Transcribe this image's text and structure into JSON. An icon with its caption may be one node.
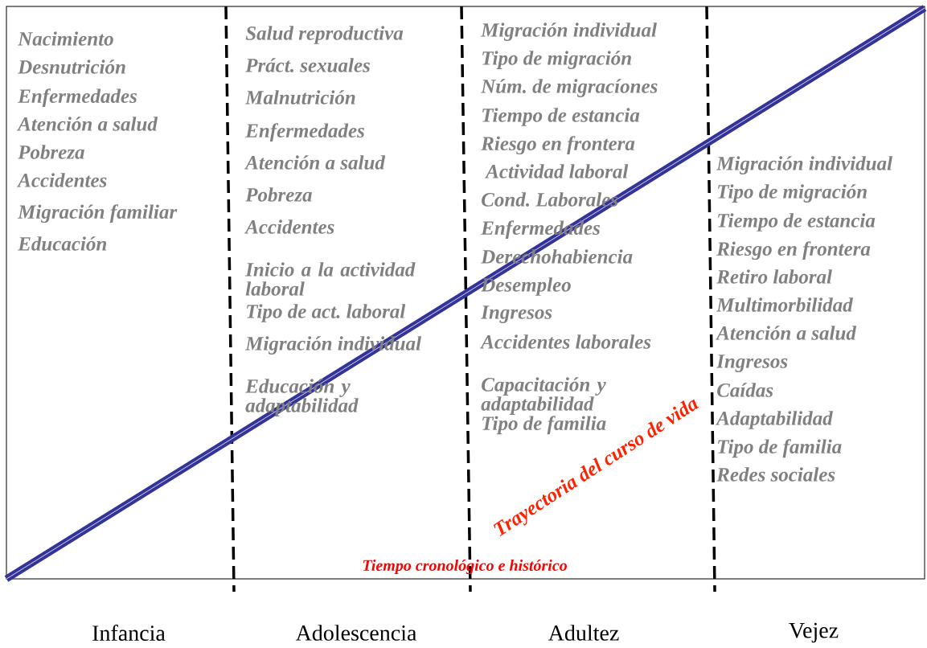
{
  "diagram": {
    "labels": [
      "Nacimiento",
      "Desnutrición",
      "Enfermedades",
      "Atención a salud",
      "Pobreza",
      "Accidentes",
      "Migración familiar",
      "Educación",
      "Salud reproductiva",
      "Práct. sexuales",
      "Malnutrición",
      "Enfermedades",
      "Atención a salud",
      "Pobreza",
      "Accidentes",
      "Inicio a la actividad laboral",
      "Tipo de act. laboral",
      "Migración individual",
      "Educación y adaptabilidad",
      "Migración individual",
      "Tipo de migración",
      "Núm. de migracíones",
      "Tiempo de estancia",
      "Riesgo en frontera",
      "Actividad laboral",
      "Cond. Laborales",
      "Enfermedades",
      "Derechohabiencia",
      "Desempleo",
      "Ingresos",
      "Accidentes laborales",
      "Capacitación y adaptabilidad",
      "Tipo de familia",
      "Migración individual",
      "Tipo de migración",
      "Tiempo de estancia",
      "Riesgo en frontera",
      "Retiro laboral",
      "Multimorbilidad",
      "Atención a salud",
      "Ingresos",
      "Caídas",
      "Adaptabilidad",
      "Tipo de familia",
      "Redes sociales",
      "Trayectoria del curso de vida",
      "Tiempo cronológico e histórico",
      "Infancia",
      "Adolescencia",
      "Adultez",
      "Vejez"
    ]
  }
}
